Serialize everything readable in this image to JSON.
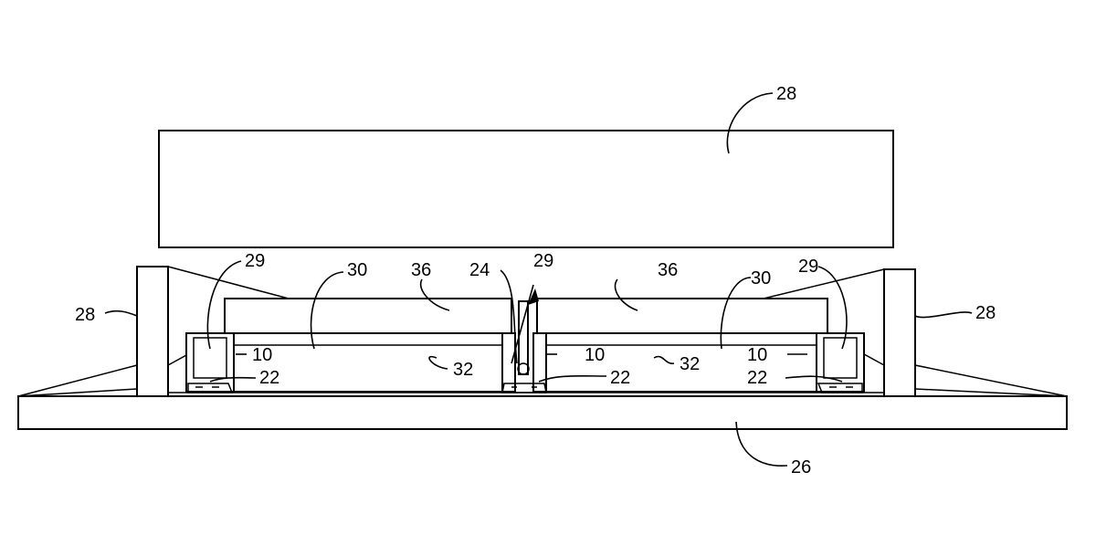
{
  "figure": {
    "background": "#ffffff",
    "line_color": "#000000",
    "labels": {
      "upper_die": "28",
      "left_die_block": "28",
      "right_die_block": "28",
      "left_rim": "29",
      "center_gap": "29",
      "right_rim": "29",
      "left_cavity": "30",
      "right_cavity": "30",
      "left_top_layer": "36",
      "right_top_layer": "36",
      "left_inner_layer": "32",
      "right_inner_layer": "32",
      "left_frame": "10",
      "center_frame": "10",
      "right_frame": "10",
      "left_seal": "22",
      "center_seal": "22",
      "right_seal": "22",
      "center_post": "24",
      "base_plate": "26"
    }
  }
}
